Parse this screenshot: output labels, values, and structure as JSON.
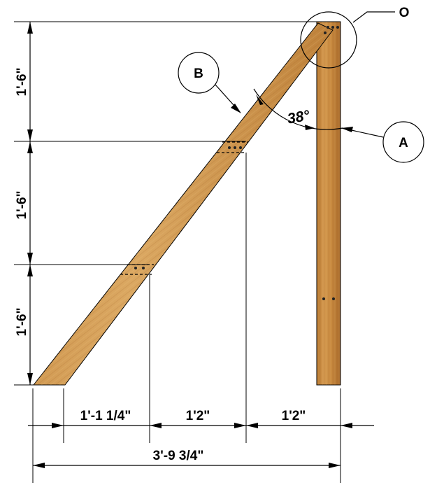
{
  "dimensions": {
    "vertical": [
      "1'-6\"",
      "1'-6\"",
      "1'-6\""
    ],
    "horizontal": [
      "1'-1 1/4\"",
      "1'2\"",
      "1'2\""
    ],
    "total": "3'-9 3/4\""
  },
  "angle": "38°",
  "callouts": {
    "a": "A",
    "b": "B",
    "o": "O"
  },
  "colors": {
    "wood_light": "#d9a35a",
    "wood_mid": "#c98a3f",
    "wood_dark": "#a8692a",
    "outline": "#000000"
  }
}
